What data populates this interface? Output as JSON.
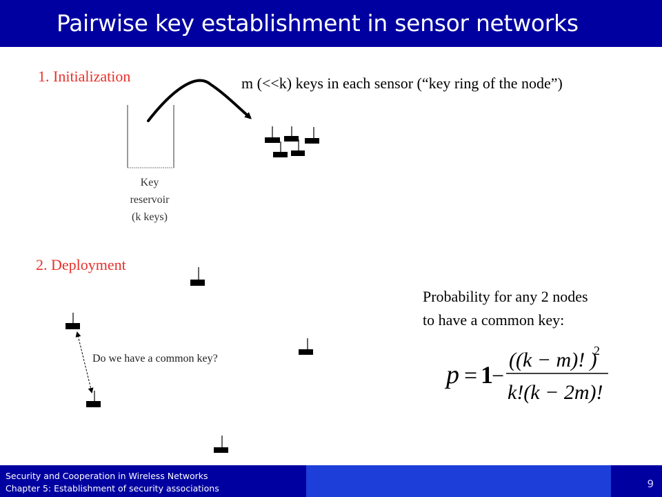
{
  "slide": {
    "title": "Pairwise key establishment in sensor networks",
    "section1": "1. Initialization",
    "keyring_text": "m (<<k) keys in each sensor (“key ring of the node”)",
    "reservoir_label_1": "Key",
    "reservoir_label_2": "reservoir",
    "reservoir_label_3": "(k keys)",
    "section2": "2. Deployment",
    "question": "Do we have a common key?",
    "probability_line1": "Probability for any 2 nodes",
    "probability_line2": "to have a common key:",
    "formula": {
      "lhs": "p",
      "equals": "=",
      "one": "1",
      "minus": "−",
      "numerator": "((k − m)! )",
      "exponent": "2",
      "denominator": "k!(k − 2m)!"
    }
  },
  "footer": {
    "line1": "Security and Cooperation in Wireless Networks",
    "line2": "Chapter 5: Establishment of security associations",
    "page": "9"
  },
  "icons": {
    "sensor": "sensor-node-icon",
    "arrow": "curved-arrow-icon"
  },
  "colors": {
    "title_bar": "#0000a0",
    "footer_mid": "#1e3ed9",
    "section_heading": "#e8302a"
  }
}
